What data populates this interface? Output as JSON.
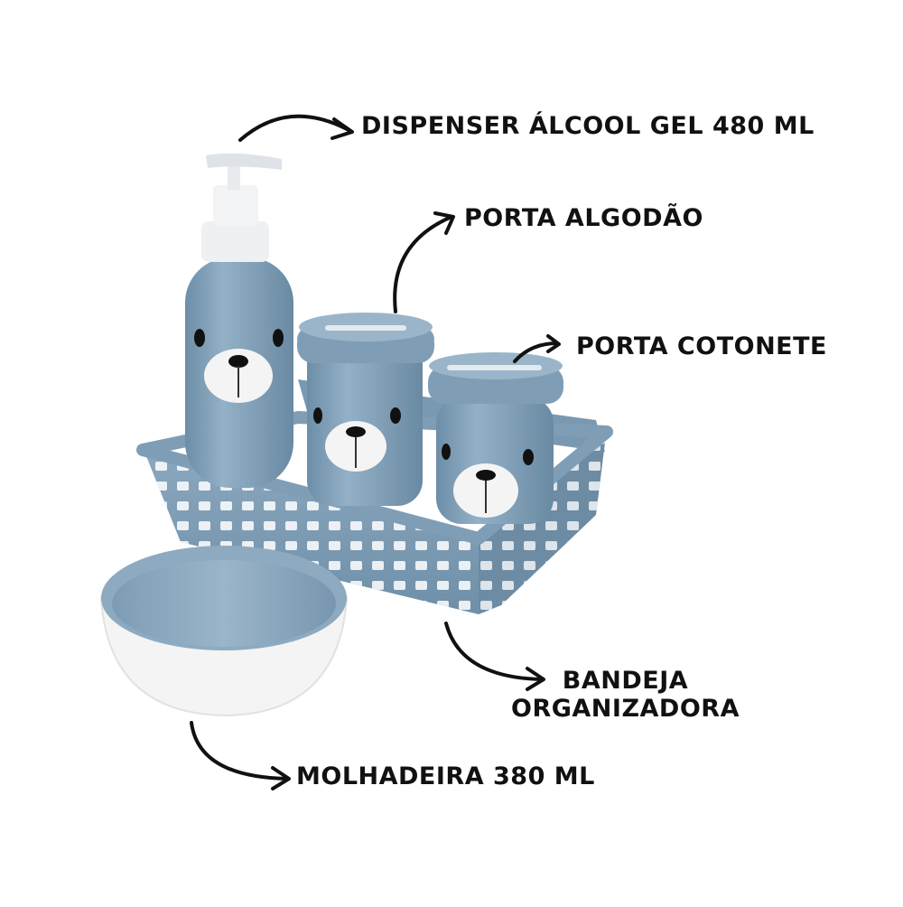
{
  "labels": {
    "dispenser": "DISPENSER ÁLCOOL GEL 480 ML",
    "porta_algodao": "PORTA ALGODÃO",
    "porta_cotonete": "PORTA COTONETE",
    "bandeja_line1": "BANDEJA",
    "bandeja_line2": "ORGANIZADORA",
    "molhadeira": "MOLHADEIRA 380 ML"
  },
  "colors": {
    "product_blue": "#7f9fb8",
    "product_blue_dark": "#5f7f98",
    "bowl_white": "#f4f4f4",
    "text": "#111111",
    "background": "#ffffff"
  },
  "icons": [
    "arrow-icon",
    "bear-face-icon"
  ]
}
